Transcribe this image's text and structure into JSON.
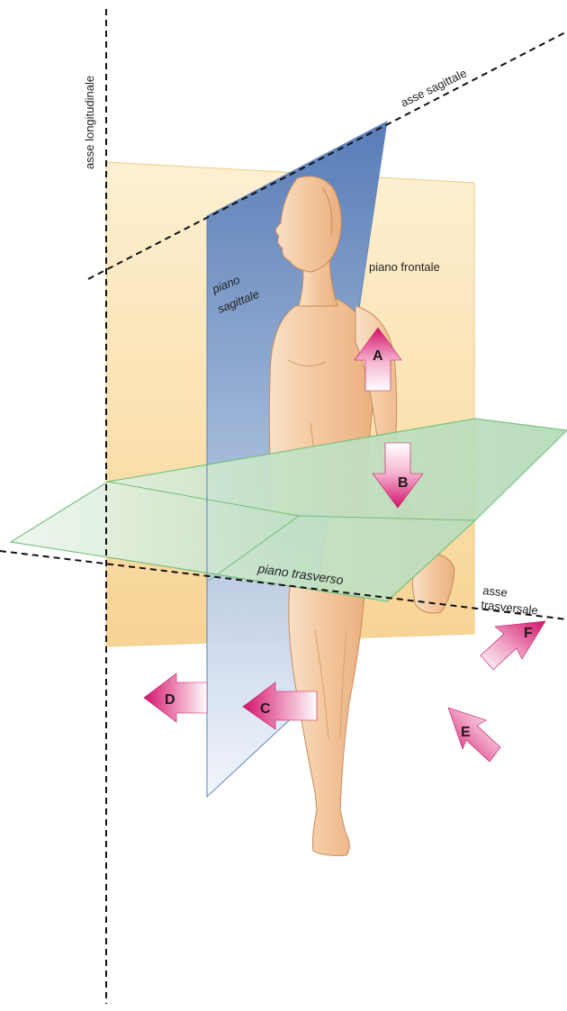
{
  "labels": {
    "axis_longitudinal": "asse longitudinale",
    "axis_sagittal": "asse sagittale",
    "axis_transverse_line1": "asse",
    "axis_transverse_line2": "trasversale",
    "plane_frontal": "piano frontale",
    "plane_sagittal_line1": "piano",
    "plane_sagittal_line2": "sagittale",
    "plane_transverse": "piano trasverso"
  },
  "arrows": {
    "a": "A",
    "b": "B",
    "c": "C",
    "d": "D",
    "e": "E",
    "f": "F"
  },
  "colors": {
    "frontal_plane": "#fbe3b0",
    "sagittal_plane": "#7d9cc9",
    "transverse_plane": "#bfe0c2",
    "arrow": "#d81b72",
    "body": "#f5c99e"
  }
}
